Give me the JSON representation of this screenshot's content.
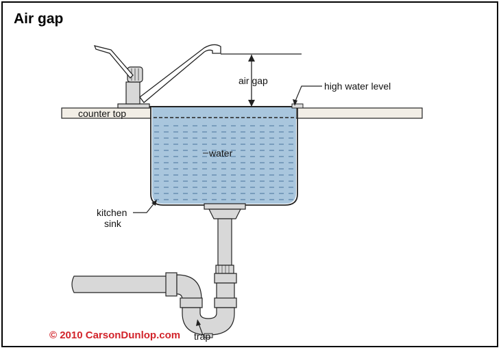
{
  "title": "Air gap",
  "labels": {
    "air_gap": "air gap",
    "high_water_level": "high water level",
    "counter_top": "counter top",
    "water": "water",
    "kitchen_sink_line1": "kitchen",
    "kitchen_sink_line2": "sink",
    "trap": "trap"
  },
  "copyright": "© 2010 CarsonDunlop.com",
  "colors": {
    "water": "#a9c6dd",
    "water_dash": "#3b6a94",
    "pipe": "#d8d8d8",
    "counter": "#f2eee6",
    "copyright": "#d2232a"
  }
}
